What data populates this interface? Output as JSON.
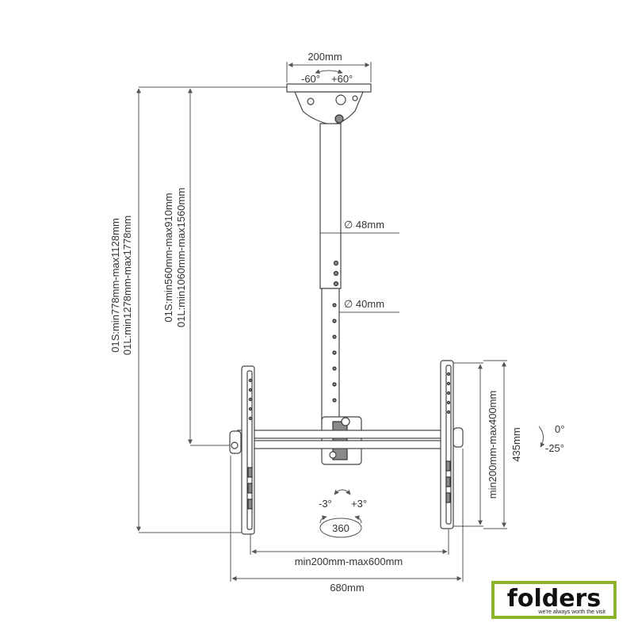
{
  "labels": {
    "plate_width": "200mm",
    "plate_tilt_left": "-60°",
    "plate_tilt_right": "+60°",
    "pole_outer_dia": "∅ 48mm",
    "pole_inner_dia": "∅ 40mm",
    "height_total_s": "01S:min778mm-max1128mm",
    "height_total_l": "01L:min1278mm-max1778mm",
    "height_pole_s": "01S:min560mm-max910mm",
    "height_pole_l": "01L:min1060mm-max1560mm",
    "vesa_vertical": "min200mm-max400mm",
    "bracket_height": "435mm",
    "tilt_up": "0°",
    "tilt_down": "-25°",
    "swivel_left": "-3°",
    "swivel_right": "+3°",
    "rotation": "360",
    "vesa_horizontal": "min200mm-max600mm",
    "total_width": "680mm"
  },
  "logo": {
    "name": "folders",
    "tagline": "we're always worth the visit",
    "accent_color": "#8db32d"
  }
}
